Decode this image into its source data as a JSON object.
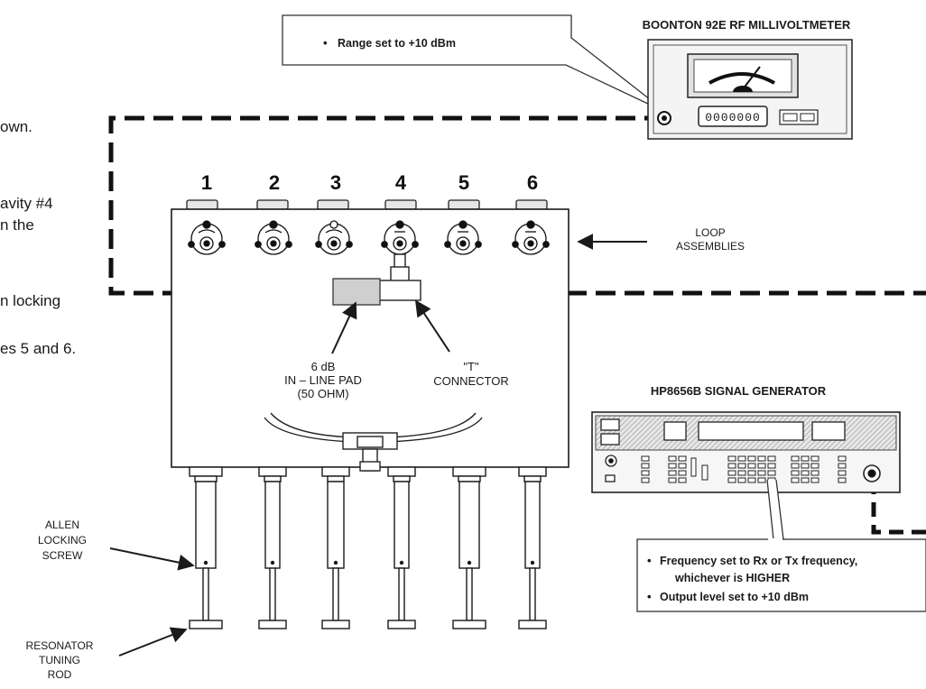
{
  "instructions": {
    "line1": "own.",
    "line2": "avity #4",
    "line3": "n the",
    "line4": "n locking",
    "line5": "es 5 and 6."
  },
  "millivoltmeter": {
    "title": "BOONTON 92E RF MILLIVOLTMETER",
    "display": "0000000"
  },
  "range_callout": {
    "bullet": "•",
    "text": "Range set to +10 dBm"
  },
  "cavities": {
    "numbers": [
      "1",
      "2",
      "3",
      "4",
      "5",
      "6"
    ]
  },
  "labels": {
    "loop_line1": "LOOP",
    "loop_line2": "ASSEMBLIES",
    "pad_line1": "6 dB",
    "pad_line2": "IN – LINE PAD",
    "pad_line3": "(50 OHM)",
    "t_line1": "\"T\"",
    "t_line2": "CONNECTOR",
    "allen_line1": "ALLEN",
    "allen_line2": "LOCKING",
    "allen_line3": "SCREW",
    "resonator_line1": "RESONATOR",
    "resonator_line2": "TUNING",
    "resonator_line3": "ROD"
  },
  "signal_generator": {
    "title": "HP8656B SIGNAL GENERATOR"
  },
  "generator_callout": {
    "bullet": "•",
    "line1": "Frequency set to Rx or Tx frequency,",
    "line2": "whichever is HIGHER",
    "line3": "Output level set to +10 dBm"
  }
}
